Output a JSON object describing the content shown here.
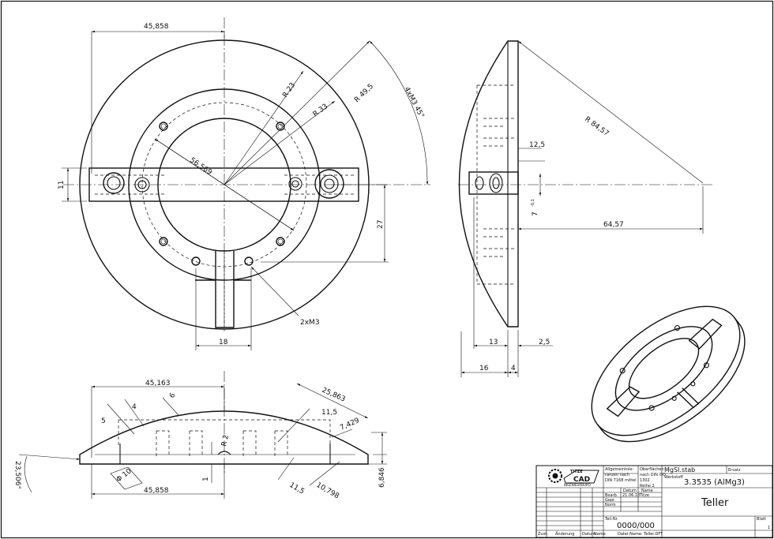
{
  "dimensions": {
    "d_45858_top": "45,858",
    "d_r23": "R 23",
    "d_r33": "R 33",
    "d_r495": "R 49,5",
    "d_4xm3": "4xM3  45°",
    "d_56569": "56,569",
    "d_11": "11",
    "d_27": "27",
    "d_18": "18",
    "d_2xm3": "2xM3",
    "d_r8457": "R 84,57",
    "d_125": "12,5",
    "d_7tol": "7",
    "d_7tol_sup": "-0,1",
    "d_6457": "64,57",
    "d_13": "13",
    "d_25": "2,5",
    "d_16": "16",
    "d_4": "4",
    "d_45163": "45,163",
    "d_25863": "25,863",
    "d_5": "5",
    "d_4b": "4",
    "d_6": "6",
    "d_115a": "11,5",
    "d_7429": "7,429",
    "d_r2": "R 2",
    "d_phi10": "Φ 10",
    "d_1": "1",
    "d_23506": "23,506°",
    "d_45858_bot": "45,858",
    "d_115b": "11,5",
    "d_10798": "10,798",
    "d_6846": "6,846"
  },
  "title_block": {
    "company_top": "TITZE",
    "company_bottom": "INGENIEURBÜRO",
    "cad_mark": "CAD",
    "general_tol_1": "Allgemeintole-",
    "general_tol_2": "ranzen nach",
    "general_tol_3": "DIN 7168 mittel",
    "surface_1": "Oberflächen",
    "surface_2": "nach DIN ISO",
    "surface_3": "1302",
    "surface_4": "Reihe 2",
    "material_main": "MgSI.stab",
    "material_label": "Werkstoff",
    "replaced_label": "Ersatz",
    "material_number": "3.3535 (AlMg3)",
    "date_header": "Datum",
    "name_header": "Name",
    "drawn_label": "Bearb.",
    "drawn_date": "21.06.10",
    "drawn_name": "Titze",
    "checked_label": "Gepr.",
    "norm_label": "Norm",
    "part_name": "Teller",
    "drawing_number_label": "Teil-Nr.",
    "drawing_number": "0000/000",
    "sheet_label": "Blatt",
    "sheet_number": "1",
    "rev_zust": "Zust.",
    "rev_change": "Änderung",
    "rev_date": "Datum",
    "rev_name": "Name",
    "file_label": "Datei-Name: Teller.DFT"
  }
}
